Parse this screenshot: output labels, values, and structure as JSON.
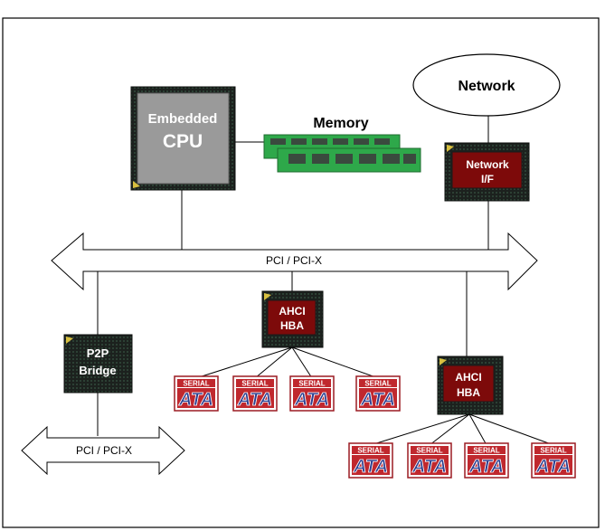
{
  "diagram": {
    "cpu": {
      "line1": "Embedded",
      "line2": "CPU"
    },
    "memory": {
      "label": "Memory"
    },
    "network": {
      "label": "Network"
    },
    "network_if": {
      "line1": "Network",
      "line2": "I/F"
    },
    "main_bus": {
      "label": "PCI / PCI-X"
    },
    "secondary_bus": {
      "label": "PCI / PCI-X"
    },
    "p2p_bridge": {
      "line1": "P2P",
      "line2": "Bridge"
    },
    "ahci_hba_1": {
      "line1": "AHCI",
      "line2": "HBA"
    },
    "ahci_hba_2": {
      "line1": "AHCI",
      "line2": "HBA"
    },
    "sata_logo": {
      "top": "SERIAL",
      "bottom": "ATA"
    }
  },
  "colors": {
    "chip_body": "#1a1f1c",
    "chip_green": "#2f4a3a",
    "cpu_die": "#9a9a9a",
    "dark_red": "#7d0a0a",
    "memory_green": "#2ea84a",
    "sata_red": "#c0282e",
    "sata_blue": "#2a3d8f"
  }
}
